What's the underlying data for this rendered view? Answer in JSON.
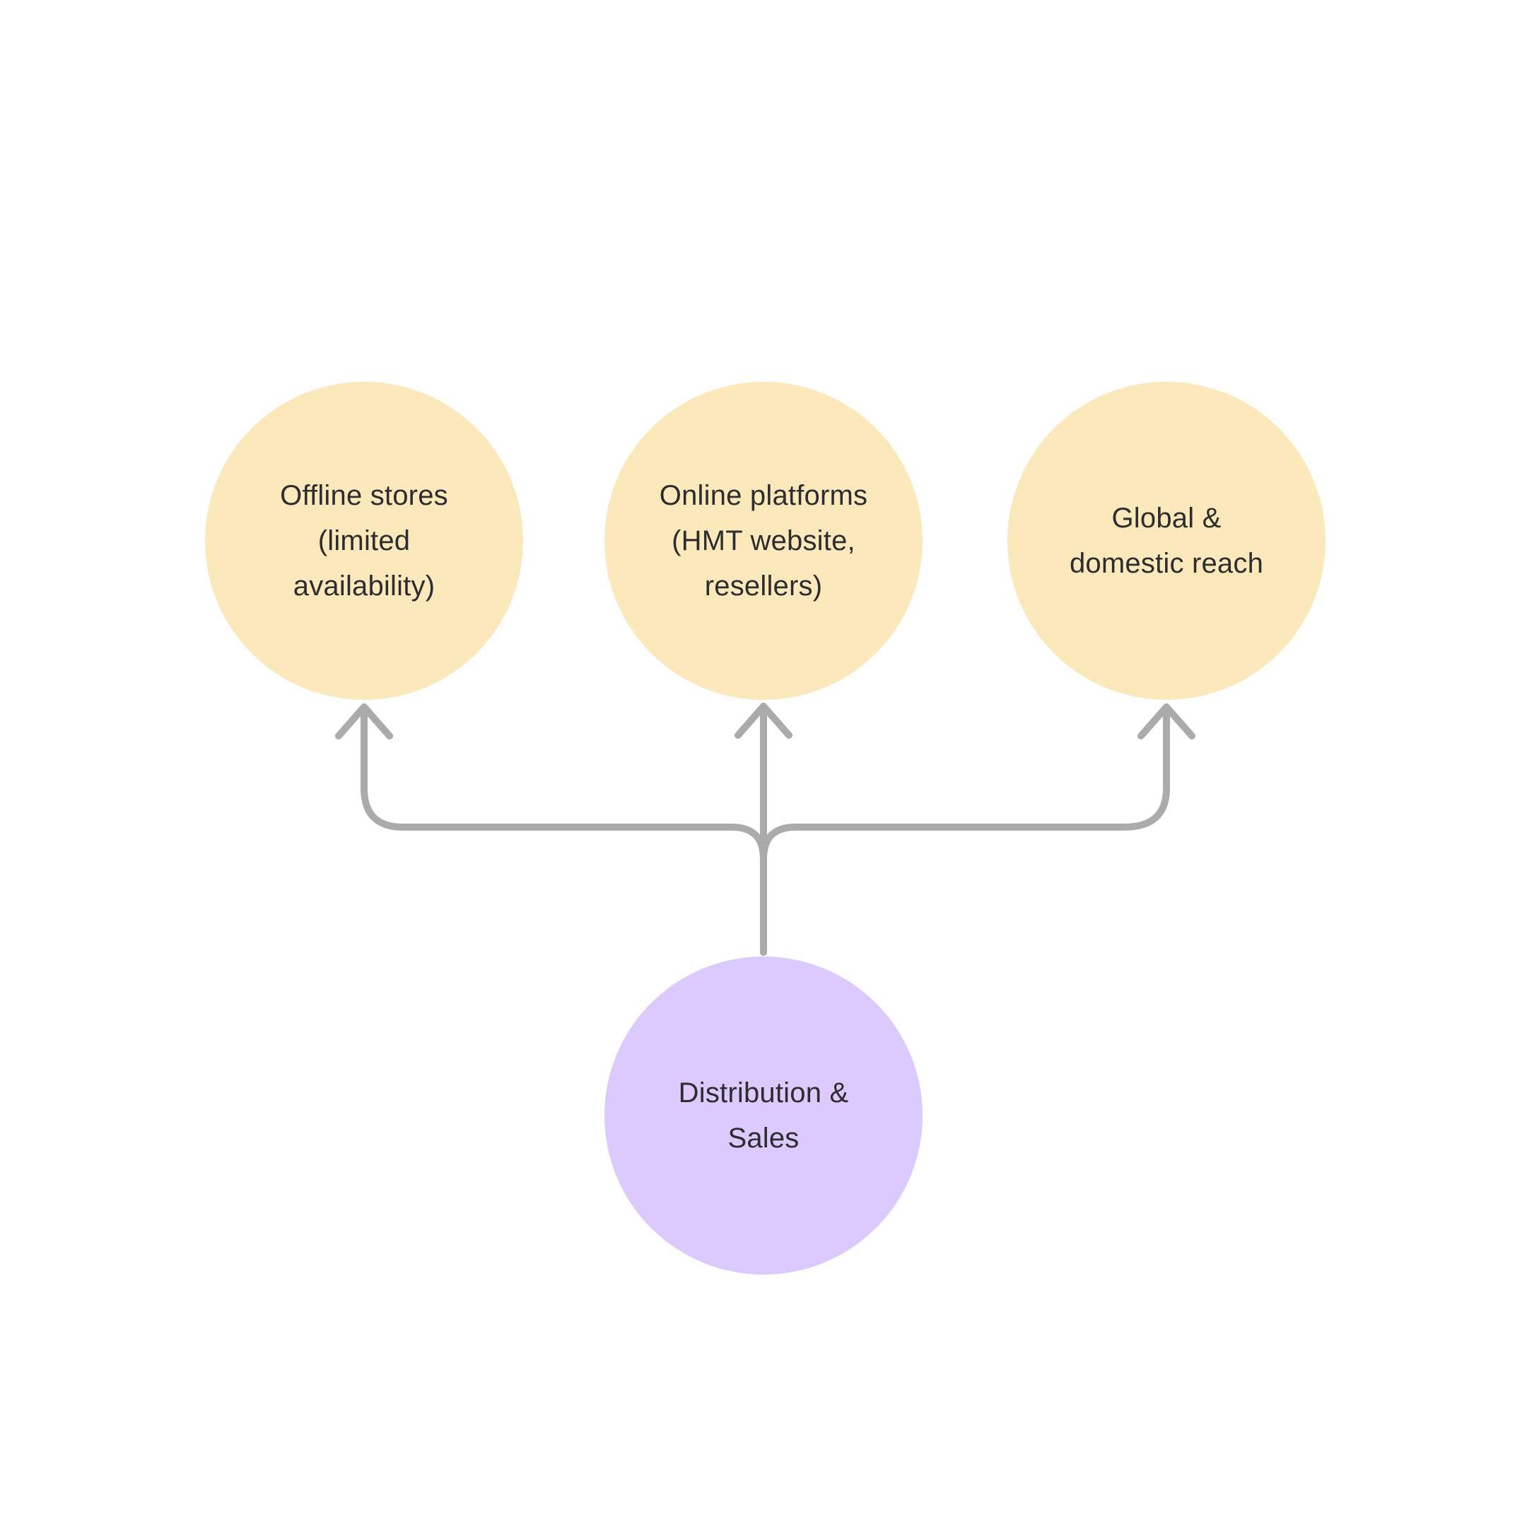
{
  "diagram": {
    "type": "flowchart",
    "direction": "bottom-to-top",
    "colors": {
      "background": "#FFFFFF",
      "top_node_fill": "#FBE8BB",
      "bottom_node_fill": "#DCC9FE",
      "connector": "#ABABAB",
      "text": "#2D2D30"
    },
    "nodes": {
      "offline": {
        "label": "Offline stores\n(limited\navailability)"
      },
      "online": {
        "label": "Online platforms\n(HMT website,\nresellers)"
      },
      "global": {
        "label": "Global &\ndomestic reach"
      },
      "distribution": {
        "label": "Distribution &\nSales"
      }
    },
    "edges": [
      {
        "from": "distribution",
        "to": "offline"
      },
      {
        "from": "distribution",
        "to": "online"
      },
      {
        "from": "distribution",
        "to": "global"
      }
    ]
  }
}
